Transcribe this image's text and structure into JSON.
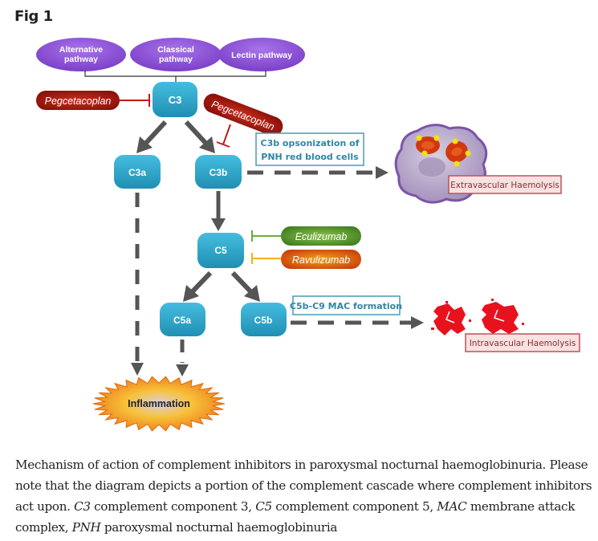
{
  "figure": {
    "label": "Fig 1"
  },
  "diagram": {
    "pathways": [
      {
        "line1": "Alternative",
        "line2": "pathway"
      },
      {
        "line1": "Classical",
        "line2": "pathway"
      },
      {
        "line1": "Lectin pathway",
        "line2": ""
      }
    ],
    "nodes": {
      "c3": "C3",
      "c3a": "C3a",
      "c3b": "C3b",
      "c5": "C5",
      "c5a": "C5a",
      "c5b": "C5b",
      "inflammation": "Inflammation"
    },
    "inhibitors": {
      "pegcetacoplan_c3": "Pegcetacoplan",
      "pegcetacoplan_c3b": "Pegcetacoplan",
      "eculizumab": "Eculizumab",
      "ravulizumab": "Ravulizumab"
    },
    "notes": {
      "c3b_opsonization_line1": "C3b opsonization of",
      "c3b_opsonization_line2": "PNH red blood cells",
      "mac_formation": "C5b-C9 MAC formation"
    },
    "outcomes": {
      "extravascular": "Extravascular Haemolysis",
      "intravascular": "Intravascular Haemolysis"
    },
    "colors": {
      "pathway": "#8e55d8",
      "node": "#2ea7c9",
      "pegcetacoplan": "#b51d10",
      "eculizumab": "#5a9c2e",
      "ravulizumab": "#e07a10",
      "arrow": "#555555",
      "note_border": "#4a9ab7",
      "haem_border": "#c0505a",
      "haem_fill": "#f8e1e1"
    }
  },
  "caption": {
    "text1": "Mechanism of action of complement inhibitors in paroxysmal nocturnal haemoglobinuria. Please note that the diagram depicts a portion of the complement cascade where complement inhibitors act upon. ",
    "abbr1": "C3",
    "def1": " complement component 3, ",
    "abbr2": "C5",
    "def2": " complement component 5, ",
    "abbr3": "MAC",
    "def3": " membrane attack complex, ",
    "abbr4": "PNH",
    "def4": " paroxysmal nocturnal haemoglobinuria"
  }
}
